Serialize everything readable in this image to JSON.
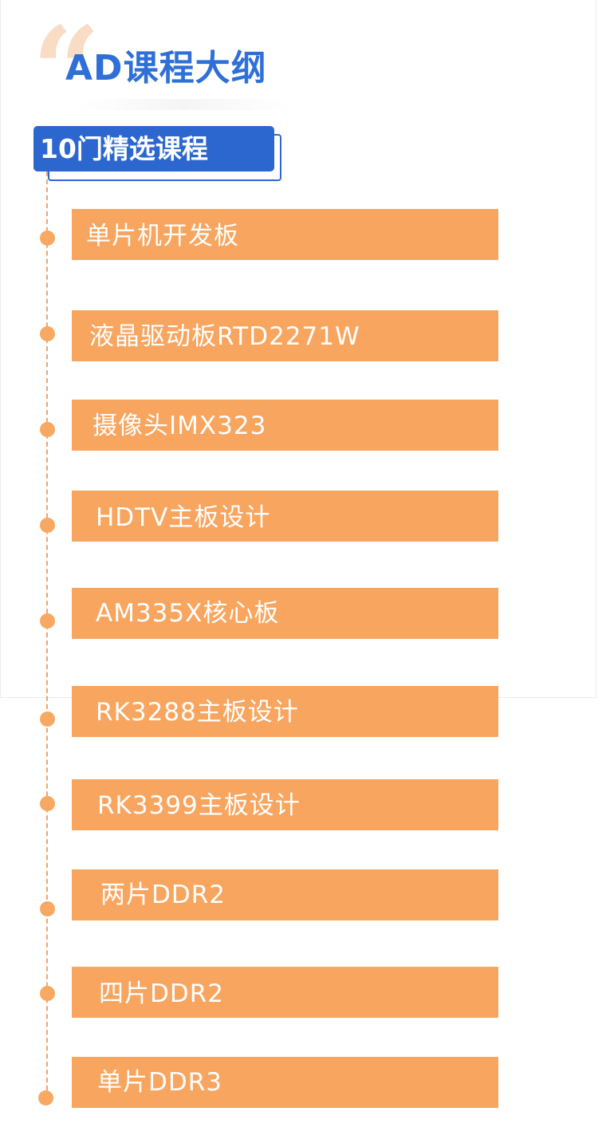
{
  "header": {
    "quote_mark": "“",
    "title": "AD课程大纲"
  },
  "badge": {
    "label": "10门精选课程"
  },
  "courses": [
    {
      "label": "单片机开发板"
    },
    {
      "label": "液晶驱动板RTD2271W"
    },
    {
      "label": "摄像头IMX323"
    },
    {
      "label": "HDTV主板设计"
    },
    {
      "label": "AM335X核心板"
    },
    {
      "label": "RK3288主板设计"
    },
    {
      "label": "RK3399主板设计"
    },
    {
      "label": "两片DDR2"
    },
    {
      "label": "四片DDR2"
    },
    {
      "label": "单片DDR3"
    }
  ],
  "colors": {
    "accent_blue": "#2c67cf",
    "title_blue": "#2e6fd8",
    "bar_orange": "#f8a55f",
    "dot_orange": "#f7a862",
    "quote_peach": "#f8dcc4"
  }
}
